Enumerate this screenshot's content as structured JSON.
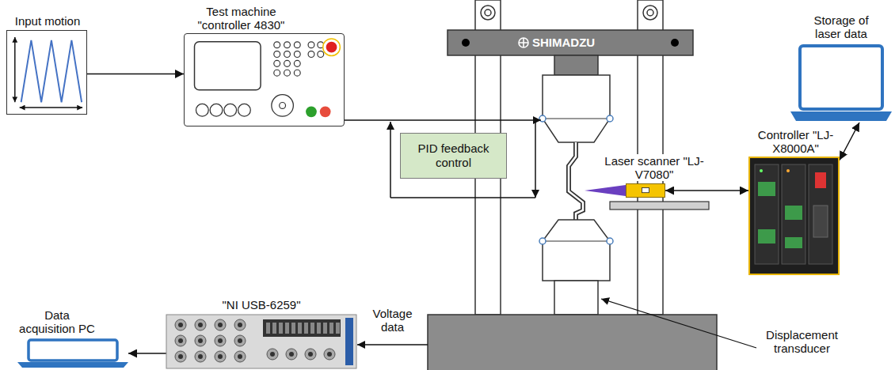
{
  "diagram": {
    "nodes": [
      {
        "text": [
          "Input motion"
        ]
      },
      {
        "text": [
          "Test machine \"controller 4830\""
        ]
      },
      {
        "text": [
          "PID feedback control"
        ]
      },
      {
        "text": [
          "Laser scanner \"LJ-V7080\""
        ]
      },
      {
        "text": [
          "Controller \"LJ-X8000A\""
        ]
      },
      {
        "text": [
          "Storage of laser data"
        ]
      },
      {
        "text": [
          "\"NI USB-6259\""
        ]
      },
      {
        "text": [
          "Data acquisition PC"
        ]
      }
    ],
    "edges": [
      {
        "from": 0,
        "to": 1,
        "arrow": "to"
      },
      {
        "from": 3,
        "to": 4,
        "arrow": "both"
      },
      {
        "from": 4,
        "to": 5,
        "arrow": "both"
      },
      {
        "from": 6,
        "to": 7,
        "arrow": "to"
      }
    ],
    "labels": [
      "SHIMADZU",
      "Voltage data",
      "Displacement transducer"
    ]
  }
}
